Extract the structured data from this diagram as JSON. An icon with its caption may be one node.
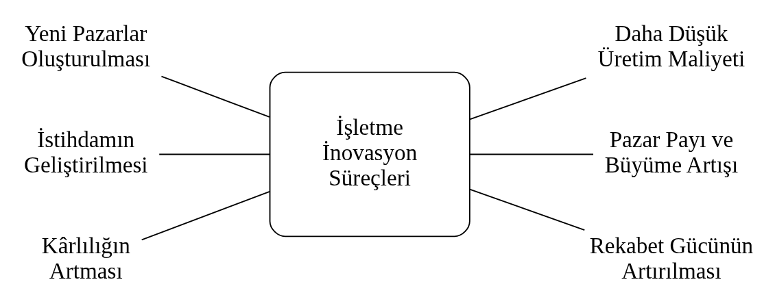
{
  "diagram": {
    "nodes": [
      {
        "text": [
          "Yeni Pazarlar Oluşturulması"
        ]
      },
      {
        "text": [
          "Daha Düşük Üretim Maliyeti"
        ]
      },
      {
        "text": [
          "İşletme İnovasyon Süreçleri"
        ]
      },
      {
        "text": [
          "İstihdamın Geliştirilmesi"
        ]
      },
      {
        "text": [
          "Pazar Payı ve Büyüme Artışı"
        ]
      },
      {
        "text": [
          "Kârlılığın Artması"
        ]
      },
      {
        "text": [
          "Rekabet Gücünün Artırılması"
        ]
      }
    ],
    "edges": [
      {
        "from": 0,
        "to": 2,
        "arrow": "none"
      },
      {
        "from": 2,
        "to": 1,
        "arrow": "none"
      },
      {
        "from": 3,
        "to": 2,
        "arrow": "none"
      },
      {
        "from": 2,
        "to": 4,
        "arrow": "none"
      },
      {
        "from": 5,
        "to": 2,
        "arrow": "none"
      },
      {
        "from": 2,
        "to": 6,
        "arrow": "none"
      }
    ]
  }
}
